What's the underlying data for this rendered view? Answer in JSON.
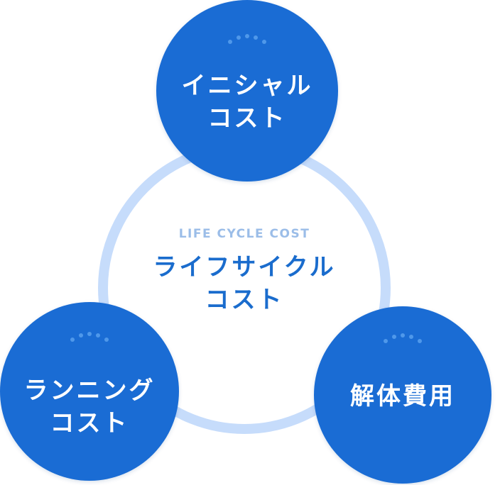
{
  "center": {
    "subtitle": "LIFE CYCLE COST",
    "title_line1": "ライフサイクル",
    "title_line2": "コスト"
  },
  "nodes": {
    "initial": {
      "line1": "イニシャル",
      "line2": "コスト"
    },
    "running": {
      "line1": "ランニング",
      "line2": "コスト"
    },
    "demolition": {
      "line1": "解体費用"
    }
  },
  "colors": {
    "node_fill": "#1a6cd4",
    "ring": "#c6dcfb",
    "center_title": "#1a6ccd",
    "center_subtitle": "#9bbde8",
    "dot": "#4f98ea"
  }
}
